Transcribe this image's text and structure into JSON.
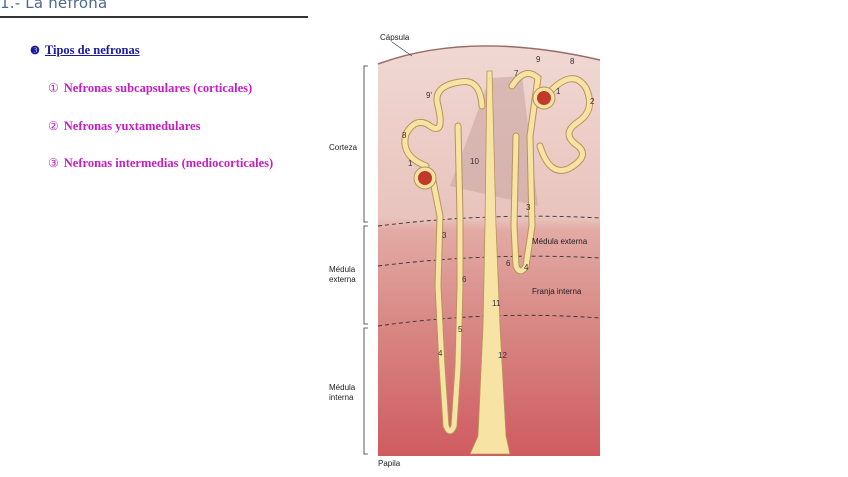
{
  "page": {
    "title": "1.- La nefrona"
  },
  "outline": {
    "heading_bullet": "❸",
    "heading": "Tipos de nefronas",
    "items": [
      {
        "num": "①",
        "label": "Nefronas subcapsulares (corticales)"
      },
      {
        "num": "②",
        "label": "Nefronas yuxtamedulares"
      },
      {
        "num": "③",
        "label": "Nefronas intermedias (mediocorticales)"
      }
    ]
  },
  "figure": {
    "labels": {
      "capsula": "Cápsula",
      "corteza": "Corteza",
      "medula_externa_left_1": "Médula",
      "medula_externa_left_2": "externa",
      "medula_interna_1": "Médula",
      "medula_interna_2": "interna",
      "papila": "Papila",
      "medula_externa_zone": "Médula externa",
      "franja_interna": "Franja interna"
    },
    "numbers": [
      "1",
      "1",
      "2",
      "3",
      "3",
      "4",
      "4",
      "5",
      "6",
      "6",
      "7",
      "8",
      "8",
      "9",
      "9'",
      "10",
      "11",
      "12"
    ],
    "colors": {
      "tubule": "#f7e3a4",
      "tubule_stroke": "#b8935a",
      "cortex": "#ecd2cc",
      "medulla_outer": "#dc9a94",
      "medulla_inner": "#cf5a5e",
      "glomerulus": "#c0392b"
    }
  }
}
